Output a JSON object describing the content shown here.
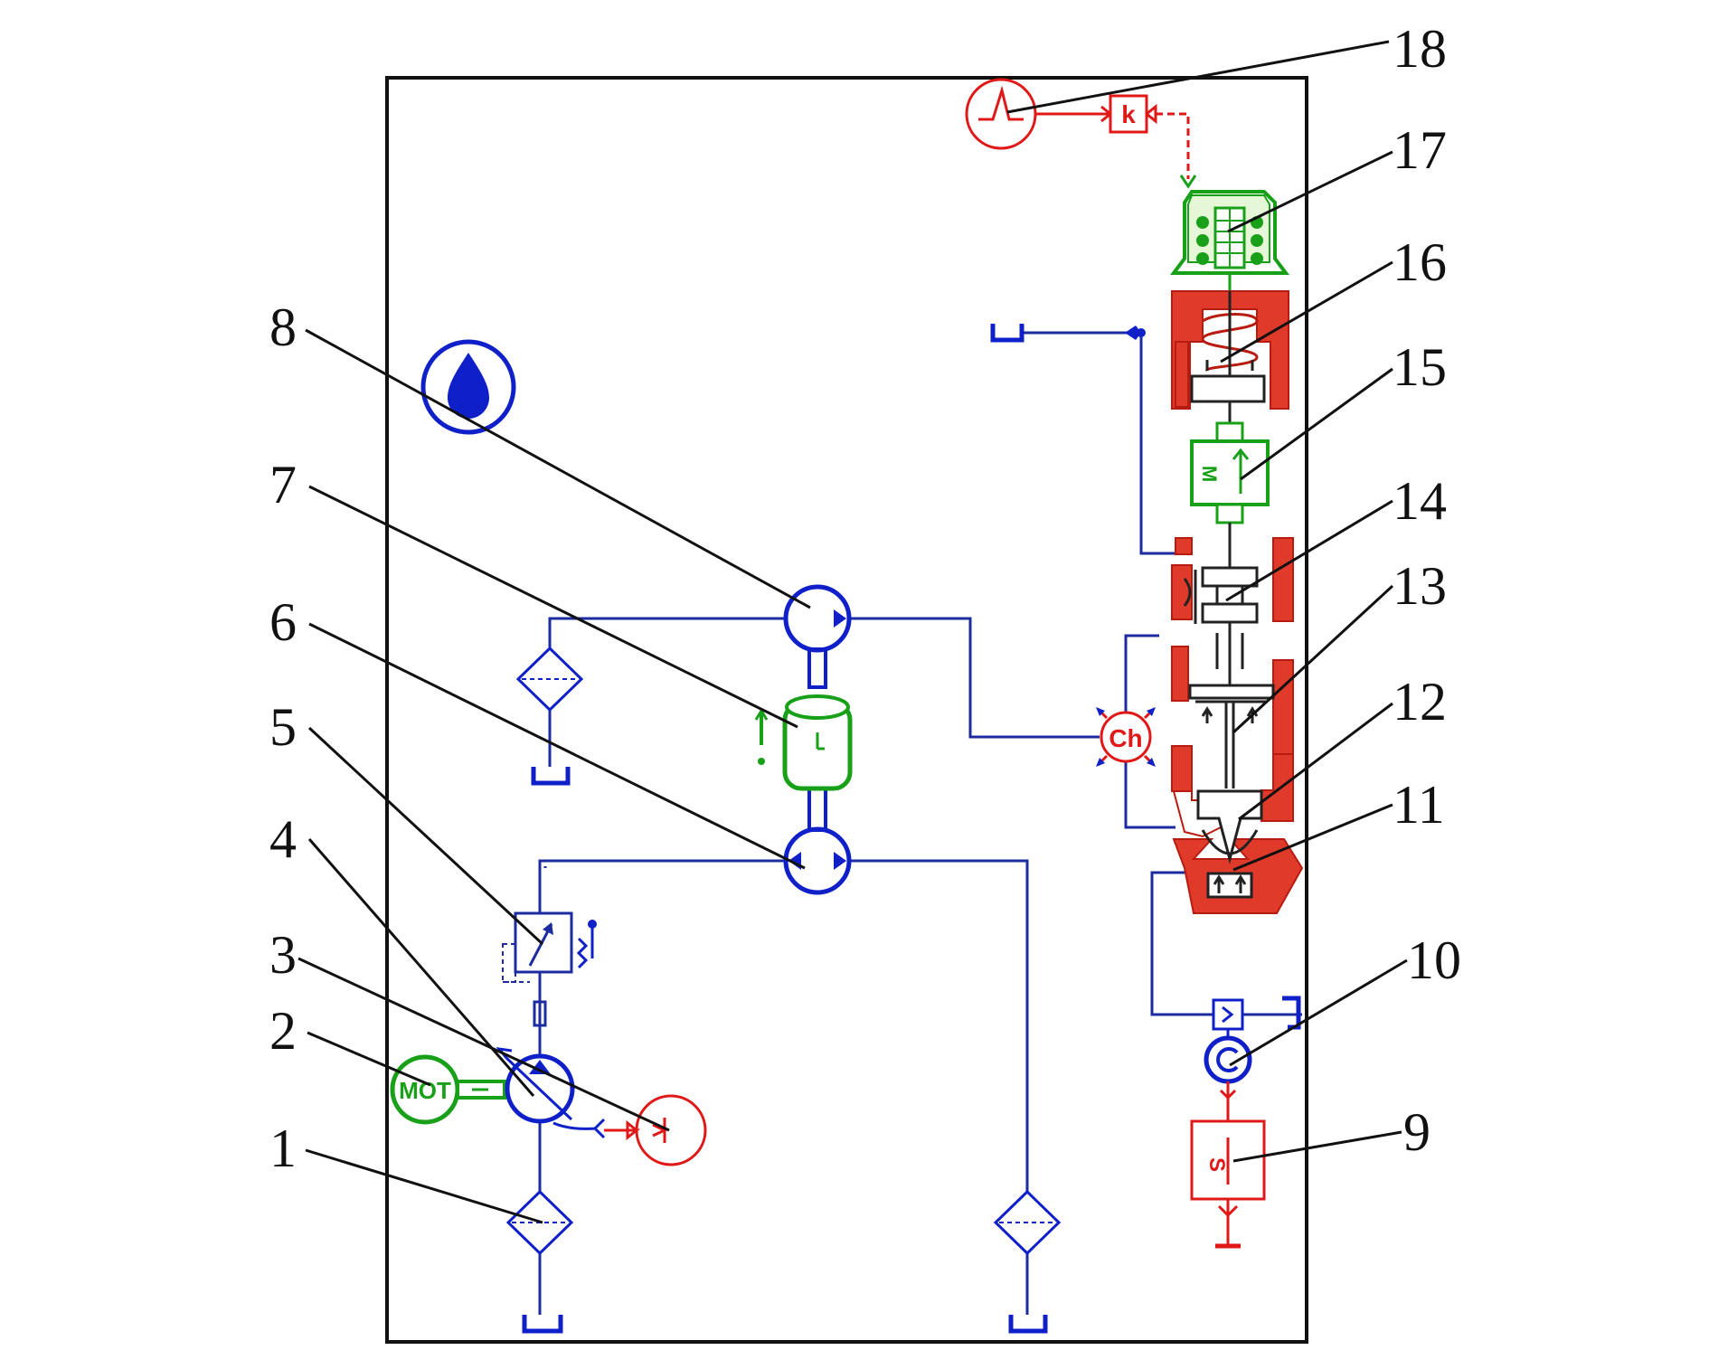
{
  "diagram": {
    "callouts": [
      {
        "id": "c1",
        "text": "1"
      },
      {
        "id": "c2",
        "text": "2"
      },
      {
        "id": "c3",
        "text": "3"
      },
      {
        "id": "c4",
        "text": "4"
      },
      {
        "id": "c5",
        "text": "5"
      },
      {
        "id": "c6",
        "text": "6"
      },
      {
        "id": "c7",
        "text": "7"
      },
      {
        "id": "c8",
        "text": "8"
      },
      {
        "id": "c9",
        "text": "9"
      },
      {
        "id": "c10",
        "text": "10"
      },
      {
        "id": "c11",
        "text": "11"
      },
      {
        "id": "c12",
        "text": "12"
      },
      {
        "id": "c13",
        "text": "13"
      },
      {
        "id": "c14",
        "text": "14"
      },
      {
        "id": "c15",
        "text": "15"
      },
      {
        "id": "c16",
        "text": "16"
      },
      {
        "id": "c17",
        "text": "17"
      },
      {
        "id": "c18",
        "text": "18"
      }
    ],
    "symbols": {
      "motor": "MOT",
      "gain": "k",
      "chamber": "Ch",
      "sensor": "S",
      "mass": "M"
    },
    "colors": {
      "hydraulic": "#1020c8",
      "signal": "#e01818",
      "mechanical": "#19a019",
      "injector_body": "#e03a2a",
      "line": "#111111"
    }
  }
}
